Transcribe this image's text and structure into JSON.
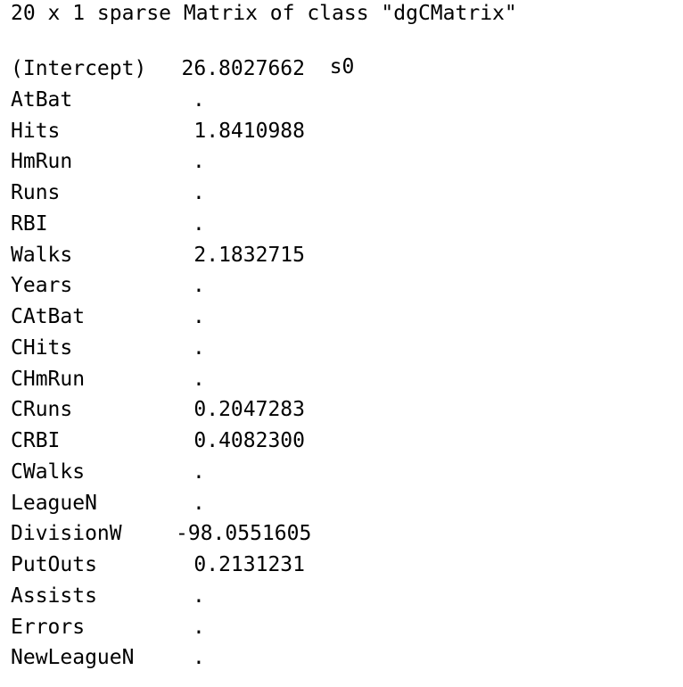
{
  "console": {
    "title_line": "20 x 1 sparse Matrix of class \"dgCMatrix\"",
    "column_header": "s0",
    "rows": [
      {
        "name": "(Intercept)",
        "value": "26.8027662"
      },
      {
        "name": "AtBat",
        "value": "."
      },
      {
        "name": "Hits",
        "value": "1.8410988"
      },
      {
        "name": "HmRun",
        "value": "."
      },
      {
        "name": "Runs",
        "value": "."
      },
      {
        "name": "RBI",
        "value": "."
      },
      {
        "name": "Walks",
        "value": "2.1832715"
      },
      {
        "name": "Years",
        "value": "."
      },
      {
        "name": "CAtBat",
        "value": "."
      },
      {
        "name": "CHits",
        "value": "."
      },
      {
        "name": "CHmRun",
        "value": "."
      },
      {
        "name": "CRuns",
        "value": "0.2047283"
      },
      {
        "name": "CRBI",
        "value": "0.4082300"
      },
      {
        "name": "CWalks",
        "value": "."
      },
      {
        "name": "LeagueN",
        "value": "."
      },
      {
        "name": "DivisionW",
        "value": "-98.0551605"
      },
      {
        "name": "PutOuts",
        "value": "0.2131231"
      },
      {
        "name": "Assists",
        "value": "."
      },
      {
        "name": "Errors",
        "value": "."
      },
      {
        "name": "NewLeagueN",
        "value": "."
      }
    ]
  }
}
